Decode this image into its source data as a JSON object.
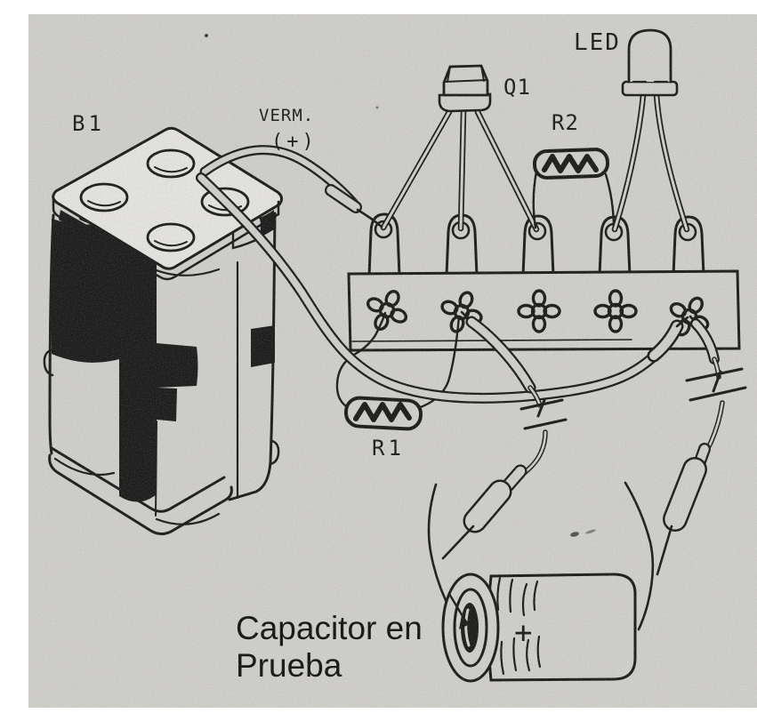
{
  "colors": {
    "paper": "#d3d2ce",
    "margin": "#ffffff",
    "ink": "#161616"
  },
  "labels": {
    "battery": "B1",
    "positive_wire_line1": "VERM.",
    "positive_wire_line2": "(+)",
    "transistor": "Q1",
    "resistor_top": "R2",
    "led": "LED",
    "resistor_bottom": "R1",
    "capacitor_polarity": "+",
    "caption_line1": "Capacitor en",
    "caption_line2": "Prueba"
  }
}
